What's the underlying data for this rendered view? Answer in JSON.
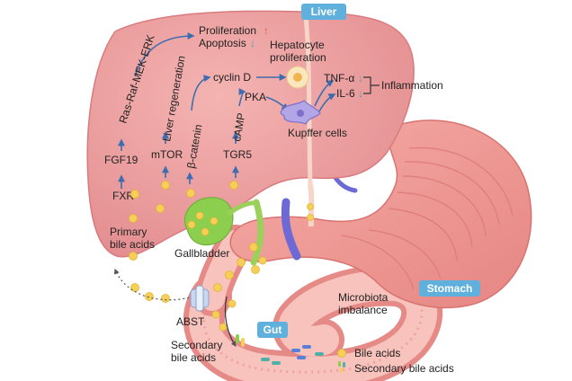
{
  "organs": {
    "liver": "Liver",
    "stomach": "Stomach",
    "gut": "Gut",
    "gallbladder": "Gallbladder"
  },
  "signals": {
    "proliferation": "Proliferation",
    "apoptosis": "Apoptosis",
    "hepatocyte_line1": "Hepatocyte",
    "hepatocyte_line2": "proliferation",
    "ras_pathway": "Ras-Raf-MEK-ERK",
    "liver_regeneration": "Liver regeneration",
    "beta_catenin": "β-catenin",
    "camp": "cAMP",
    "cyclin_d": "cyclin D",
    "pka": "PKA",
    "tnf": "TNF-α",
    "il6": "IL-6",
    "inflammation": "Inflammation",
    "kupffer": "Kupffer cells",
    "fgf19": "FGF19",
    "fxr": "FXR",
    "mtor": "mTOR",
    "tgr5": "TGR5"
  },
  "labels": {
    "primary_line1": "Primary",
    "primary_line2": "bile acids",
    "abst": "ABST",
    "microbiota_line1": "Microbiota",
    "microbiota_line2": "imbalance",
    "secondary_line1": "Secondary",
    "secondary_line2": "bile acids"
  },
  "legend": {
    "bile_acids": "Bile acids",
    "secondary_bile_acids": "Secondary bile acids"
  },
  "colors": {
    "liver_fill": "#ee9c9c",
    "liver_edge": "#d97b7e",
    "stomach_fill": "#f3a3a0",
    "stomach_dark": "#df7b78",
    "gut_fill": "#f6b3ae",
    "gallbladder": "#8ccf4e",
    "bile_acid": "#f5cf57",
    "arrow": "#3d6db0",
    "tag_bg": "#5fb0dd",
    "up": "#e2583e",
    "down": "#4fa3a8",
    "kupffer": "#b3a6e6",
    "vessel_blue": "#6d6ad6"
  }
}
